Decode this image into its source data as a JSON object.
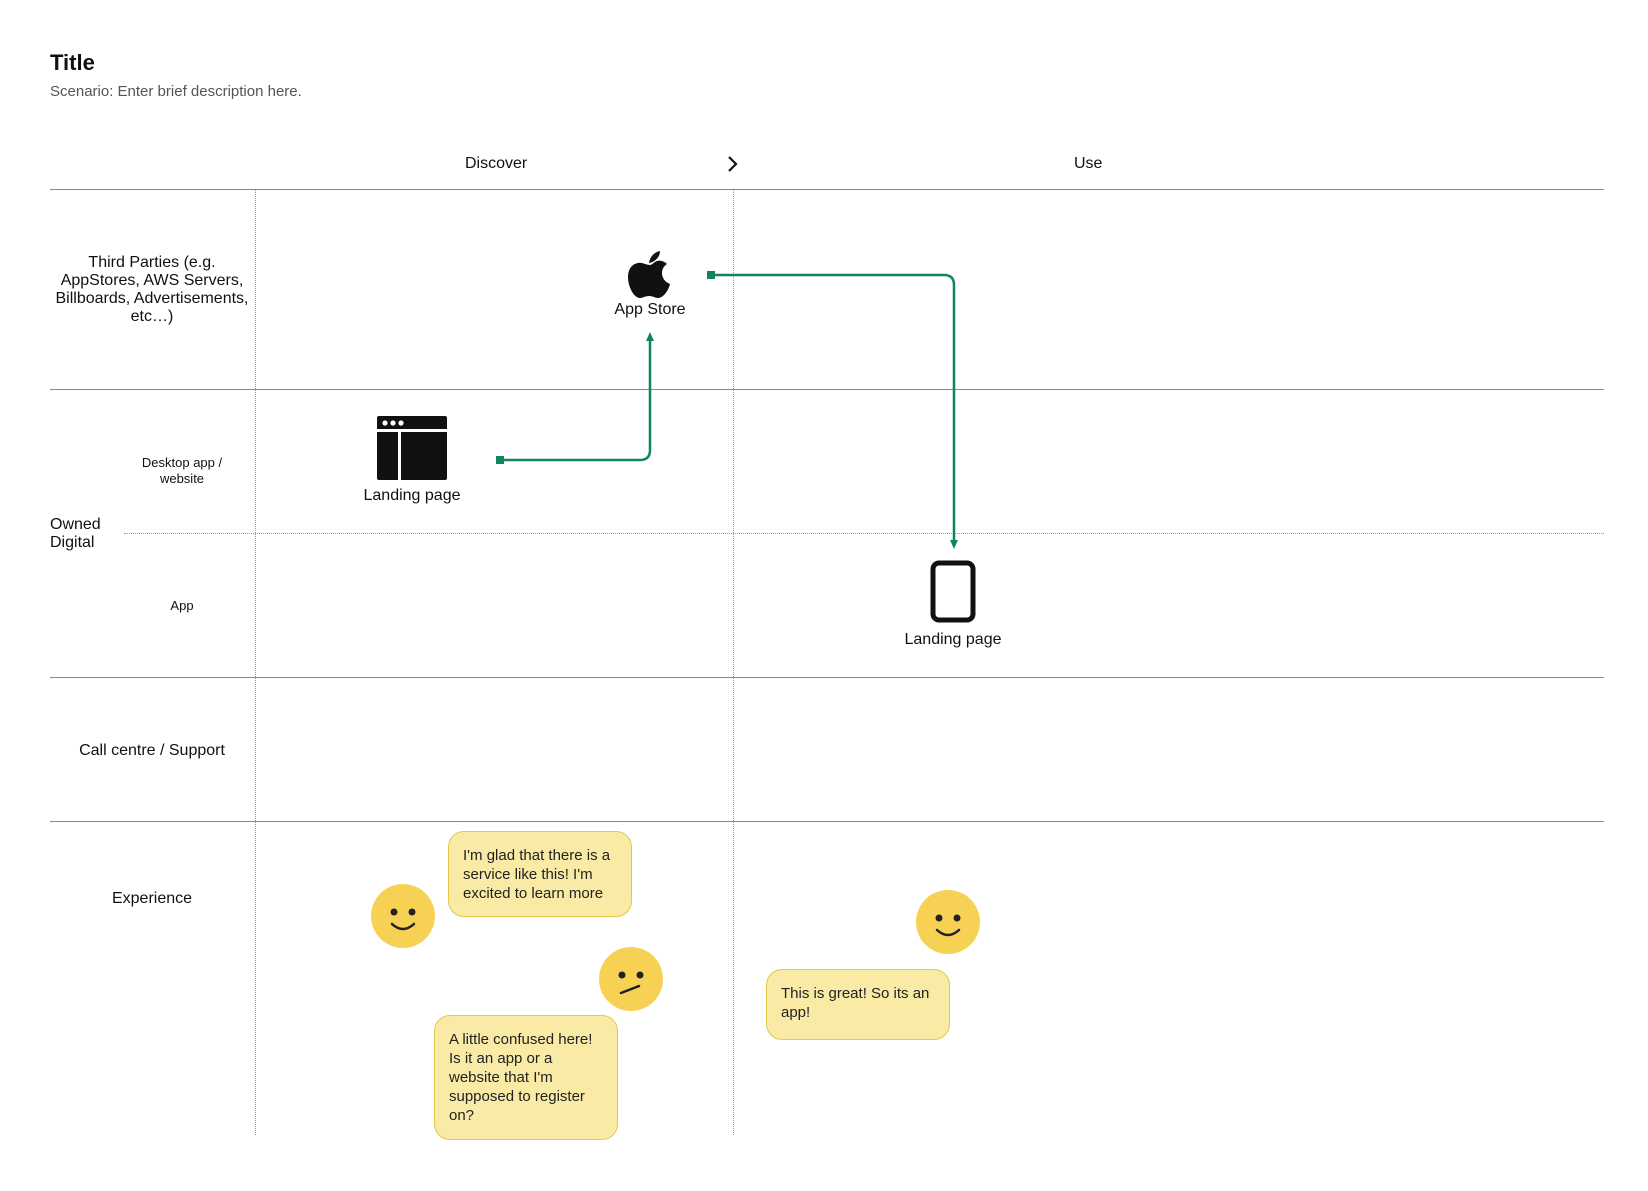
{
  "header": {
    "title": "Title",
    "subtitle": "Scenario: Enter brief description here."
  },
  "phases": {
    "discover": "Discover",
    "use": "Use",
    "separator_icon": "chevron-right-icon"
  },
  "lanes": {
    "third_parties": "Third Parties (e.g. AppStores, AWS Servers, Billboards, Advertisements, etc…)",
    "owned_digital": "Owned Digital",
    "desktop": "Desktop app / website",
    "app": "App",
    "call_centre": "Call centre / Support",
    "experience": "Experience"
  },
  "nodes": {
    "app_store": {
      "label": "App Store",
      "icon": "apple-icon"
    },
    "landing_desktop": {
      "label": "Landing page",
      "icon": "browser-window-icon"
    },
    "landing_mobile": {
      "label": "Landing page",
      "icon": "mobile-phone-icon"
    }
  },
  "experience": {
    "bubble1": "I'm glad that there is a service like this! I'm excited to learn more",
    "bubble2": "A little confused here! Is it an app or a website that I'm supposed to register on?",
    "bubble3": "This is great! So its an app!",
    "faces": [
      "happy-face-icon",
      "confused-face-icon",
      "happy-face-icon"
    ]
  },
  "colors": {
    "connector": "#13855a",
    "face": "#f7d154",
    "bubble_fill": "#f9eaa5",
    "bubble_border": "#e3c94a"
  }
}
